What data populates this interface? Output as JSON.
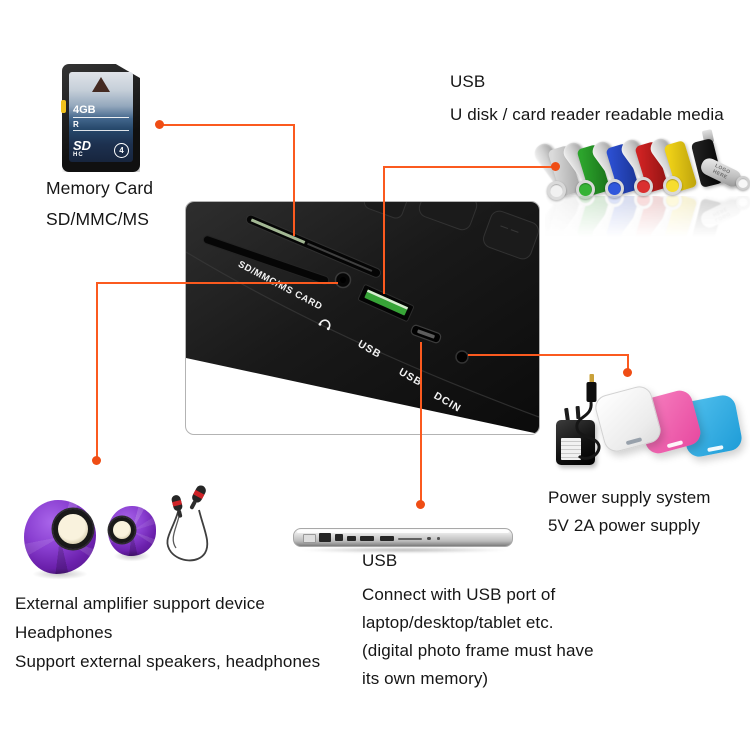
{
  "colors": {
    "leader_line": "#fb5a1f",
    "leader_dot": "#ef4d15",
    "speaker_purple": "#8a3fd1",
    "frame_black": "#141414",
    "usb_green_port": "#37a437"
  },
  "icons": {
    "headphone_jack": "headphone-jack-icon"
  },
  "sd_card": {
    "capacity": "4GB",
    "write_protect": "R",
    "logo": "SD",
    "logo_sub": "HC",
    "speed_class": "4",
    "caption_line1": "Memory Card",
    "caption_line2": "SD/MMC/MS"
  },
  "usb_media": {
    "title": "USB",
    "subtitle": "U disk / card reader readable media",
    "logo_text": "LOGO HERE",
    "drive_colors": [
      {
        "name": "white",
        "body": "#dadada",
        "edge": "#a9a9a9",
        "hole": "#f1f1f1"
      },
      {
        "name": "green",
        "body": "#2ca42c",
        "edge": "#1b741b",
        "hole": "#36b336"
      },
      {
        "name": "blue",
        "body": "#2b4ecf",
        "edge": "#1b3596",
        "hole": "#3158dc"
      },
      {
        "name": "red",
        "body": "#ce2222",
        "edge": "#941414",
        "hole": "#da2f2f"
      },
      {
        "name": "yellow",
        "body": "#efd117",
        "edge": "#bfa50d",
        "hole": "#f6dd2e"
      },
      {
        "name": "black",
        "body": "#202020",
        "edge": "#050505",
        "hole": "#101010"
      }
    ]
  },
  "frame_panel": {
    "labels": {
      "card_slot": "SD/MMC/MS CARD",
      "usb_host": "USB",
      "usb_device": "USB",
      "dc_in": "DCIN"
    }
  },
  "power": {
    "line1": "Power supply system",
    "line2": "5V 2A power supply"
  },
  "audio": {
    "line1": "External amplifier support device",
    "line2": "Headphones",
    "line3": "Support external speakers, headphones"
  },
  "usb_connect": {
    "title": "USB",
    "line1": "Connect with USB port of",
    "line2": "laptop/desktop/tablet etc.",
    "line3": "(digital photo frame must have",
    "line4": "its own memory)"
  }
}
